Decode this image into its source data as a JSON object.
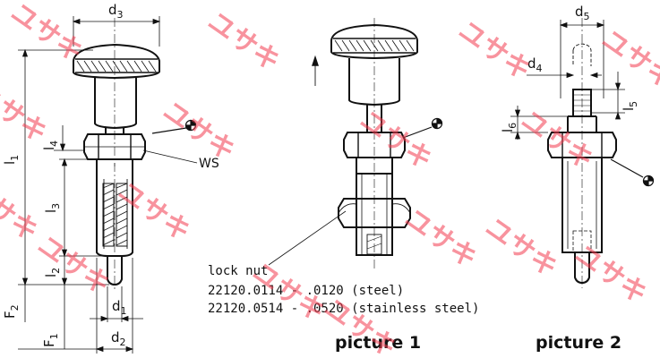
{
  "labels": {
    "d3": "d",
    "d3_sub": "3",
    "d5": "d",
    "d5_sub": "5",
    "d4": "d",
    "d4_sub": "4",
    "d1": "d",
    "d1_sub": "1",
    "d2": "d",
    "d2_sub": "2",
    "l1": "l",
    "l1_sub": "1",
    "l2": "l",
    "l2_sub": "2",
    "l3": "l",
    "l3_sub": "3",
    "l4": "l",
    "l4_sub": "4",
    "l5": "l",
    "l5_sub": "5",
    "l6": "l",
    "l6_sub": "6",
    "F1": "F",
    "F1_sub": "1",
    "F2": "F",
    "F2_sub": "2",
    "ws": "WS"
  },
  "note": {
    "line1": "lock nut",
    "line2": "22120.0114 - .0120  (steel)",
    "line3": "22120.0514 - .0520 (stainless steel)"
  },
  "pictures": {
    "picture1": "picture 1",
    "picture2": "picture 2"
  },
  "watermark": {
    "text": "ユサキ",
    "color": "#f23a4e"
  }
}
